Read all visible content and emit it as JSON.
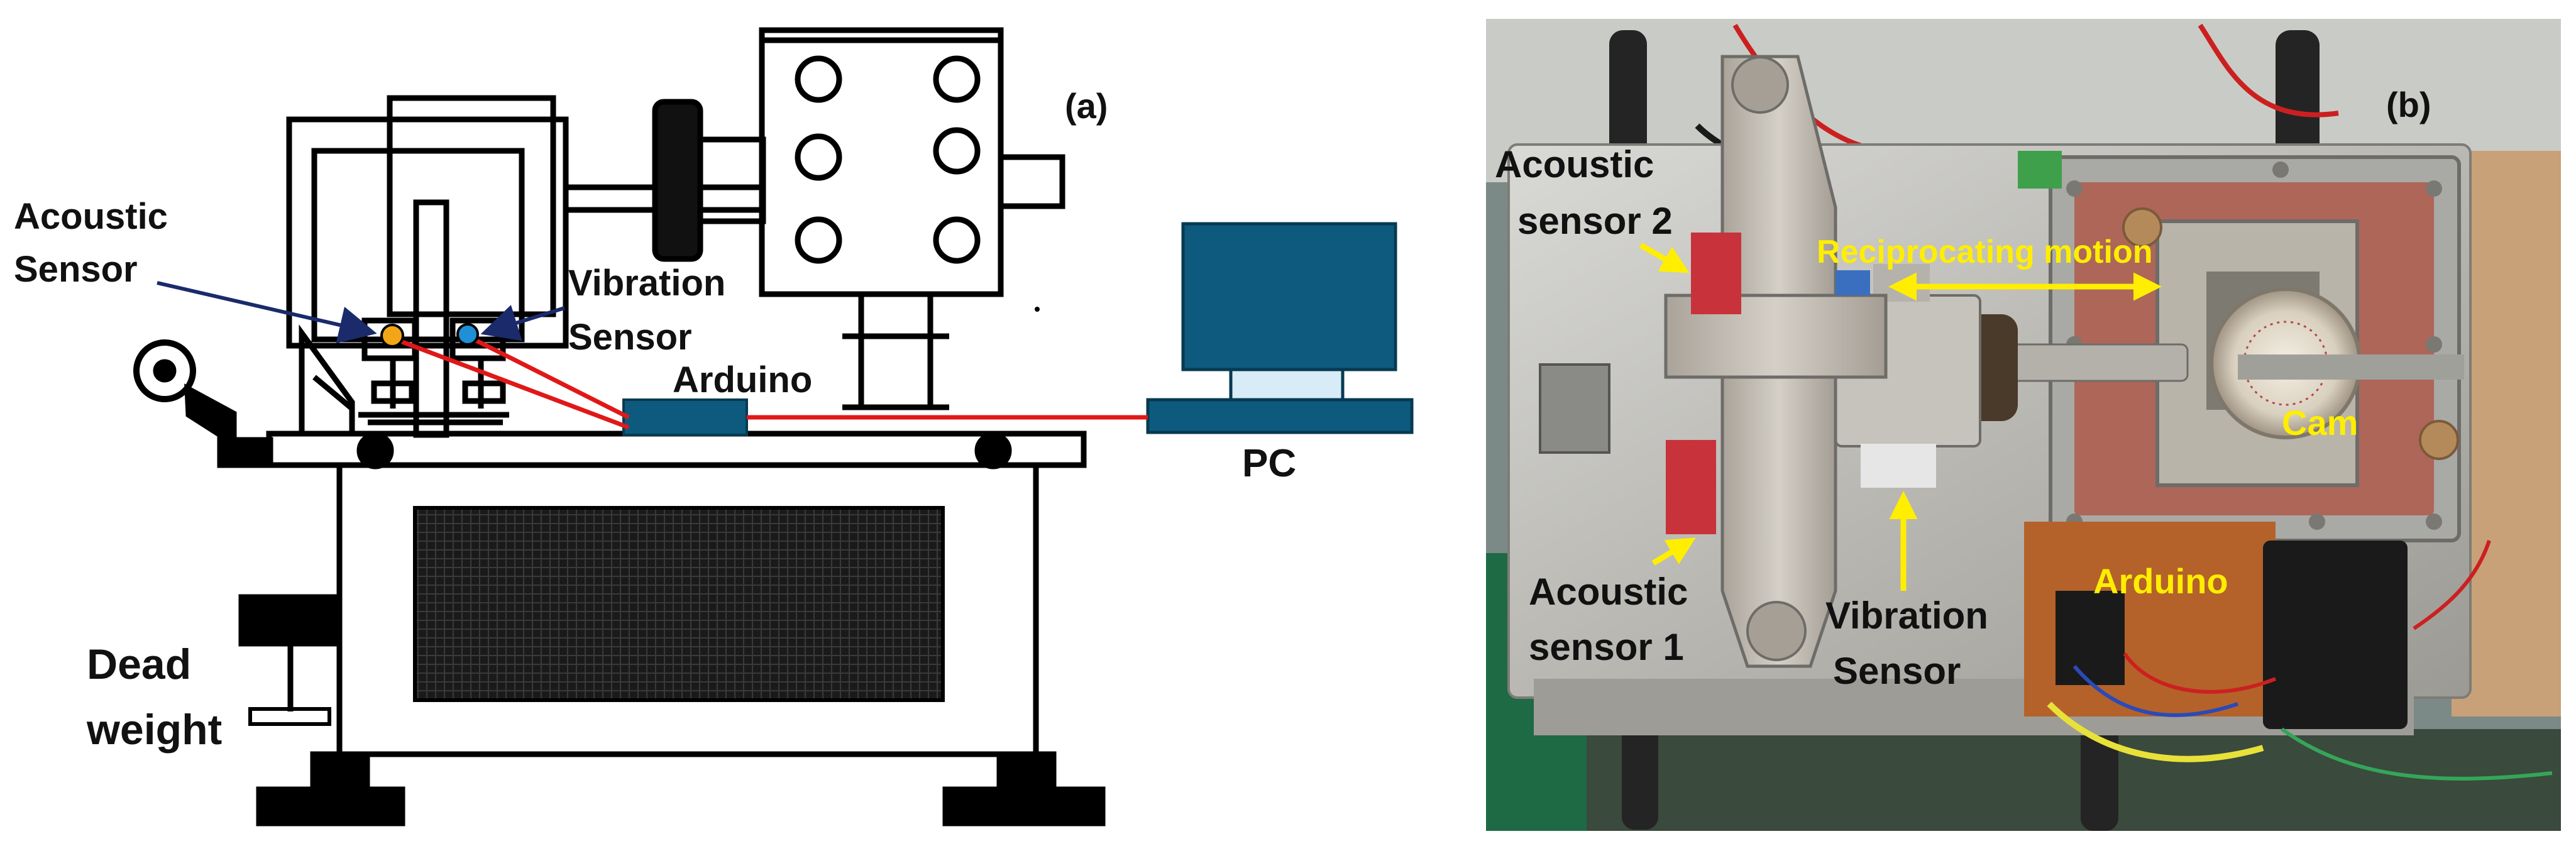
{
  "panel_a": {
    "tag": "(a)",
    "labels": {
      "acoustic_1": "Acoustic",
      "acoustic_2": "Sensor",
      "vibration_1": "Vibration",
      "vibration_2": "Sensor",
      "arduino": "Arduino",
      "pc": "PC",
      "dead_1": "Dead",
      "dead_2": "weight"
    }
  },
  "panel_b": {
    "tag": "(b)",
    "labels": {
      "acoustic2_1": "Acoustic",
      "acoustic2_2": "sensor 2",
      "reciprocating": "Reciprocating motion",
      "cam": "Cam",
      "acoustic1_1": "Acoustic",
      "acoustic1_2": "sensor 1",
      "vibration_1": "Vibration",
      "vibration_2": "Sensor",
      "arduino": "Arduino"
    }
  },
  "colors": {
    "schematic_blue": "#0e5a7e",
    "wire_red": "#e01818",
    "annotation_yellow": "#ffee00",
    "sensor_orange": "#f2a516",
    "sensor_blue": "#1f8fd6"
  }
}
